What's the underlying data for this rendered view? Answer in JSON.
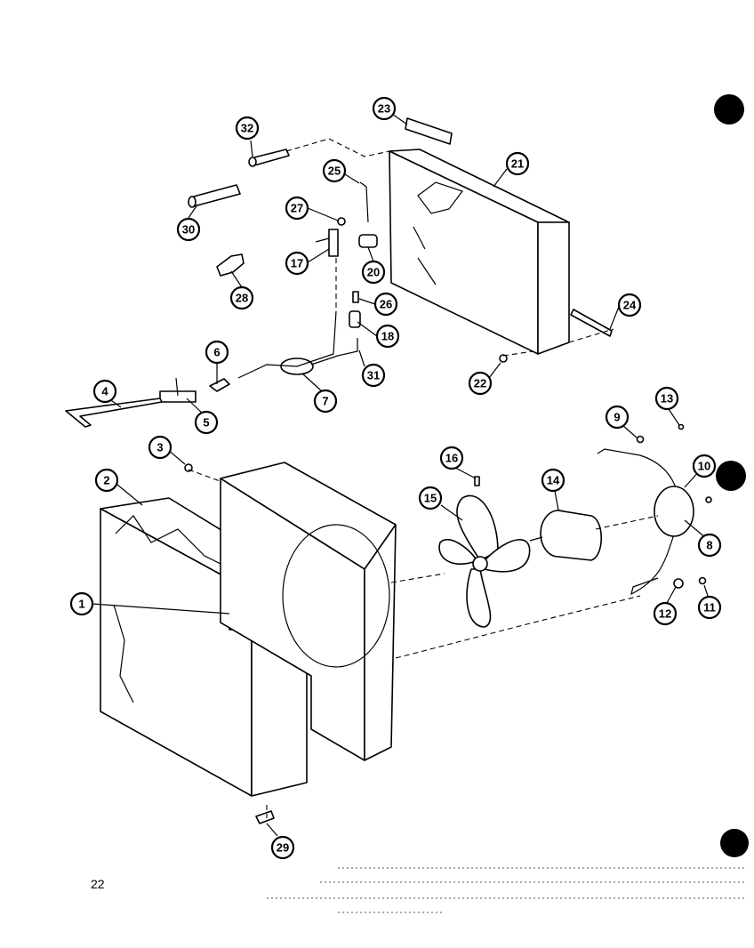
{
  "page_number": "22",
  "callouts": [
    {
      "label": "1"
    },
    {
      "label": "2"
    },
    {
      "label": "3"
    },
    {
      "label": "4"
    },
    {
      "label": "5"
    },
    {
      "label": "6"
    },
    {
      "label": "7"
    },
    {
      "label": "8"
    },
    {
      "label": "9"
    },
    {
      "label": "10"
    },
    {
      "label": "11"
    },
    {
      "label": "12"
    },
    {
      "label": "13"
    },
    {
      "label": "14"
    },
    {
      "label": "15"
    },
    {
      "label": "16"
    },
    {
      "label": "17"
    },
    {
      "label": "18"
    },
    {
      "label": "20"
    },
    {
      "label": "21"
    },
    {
      "label": "22"
    },
    {
      "label": "23"
    },
    {
      "label": "24"
    },
    {
      "label": "25"
    },
    {
      "label": "26"
    },
    {
      "label": "27"
    },
    {
      "label": "28"
    },
    {
      "label": "29"
    },
    {
      "label": "30"
    },
    {
      "label": "31"
    },
    {
      "label": "32"
    }
  ]
}
